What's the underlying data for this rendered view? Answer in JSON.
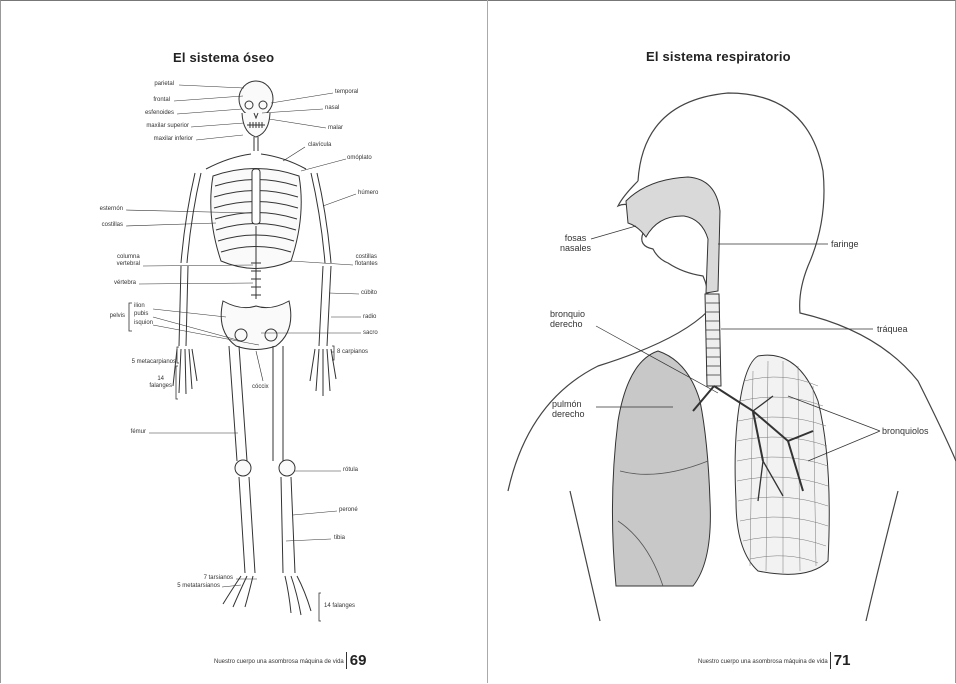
{
  "left_page": {
    "title": "El sistema óseo",
    "labels": {
      "parietal": "parietal",
      "frontal": "frontal",
      "esfenoides": "esfenoides",
      "maxilar_superior": "maxilar superior",
      "maxilar_inferior": "maxilar inferior",
      "temporal": "temporal",
      "nasal": "nasal",
      "malar": "malar",
      "clavicula": "clavícula",
      "omoplato": "omóplato",
      "esternon": "esternón",
      "costillas": "costillas",
      "humero": "húmero",
      "columna_vertebral": "columna\nvertebral",
      "costillas_flotantes": "costillas\nflotantes",
      "vertebra": "vértebra",
      "cubito": "cúbito",
      "pelvis": "pelvis",
      "ilion": "ilion",
      "pubis": "pubis",
      "isquion": "isquion",
      "radio": "radio",
      "sacro": "sacro",
      "carpianos": "8 carpianos",
      "metacarpianos": "5 metacarpianos",
      "falanges_mano": "14\nfalanges",
      "coccix": "cóccix",
      "femur": "fémur",
      "rotula": "rótula",
      "perone": "peroné",
      "tibia": "tibia",
      "tarsianos": "7 tarsianos",
      "metatarsianos": "5 metatarsianos",
      "falanges_pie": "14 falanges"
    },
    "footer_text": "Nuestro cuerpo una asombrosa máquina de vida",
    "page_number": "69"
  },
  "right_page": {
    "title": "El sistema respiratorio",
    "labels": {
      "fosas_nasales": "fosas\nnasales",
      "faringe": "faringe",
      "bronquio_derecho": "bronquio\nderecho",
      "traquea": "tráquea",
      "pulmon_derecho": "pulmón\nderecho",
      "bronquiolos": "bronquiolos"
    },
    "footer_text": "Nuestro cuerpo una asombrosa máquina de vida",
    "page_number": "71"
  },
  "colors": {
    "page": "#ffffff",
    "ink": "#333333",
    "airway_fill": "#d9d9d9",
    "lung_fill": "#c8c8c8"
  }
}
